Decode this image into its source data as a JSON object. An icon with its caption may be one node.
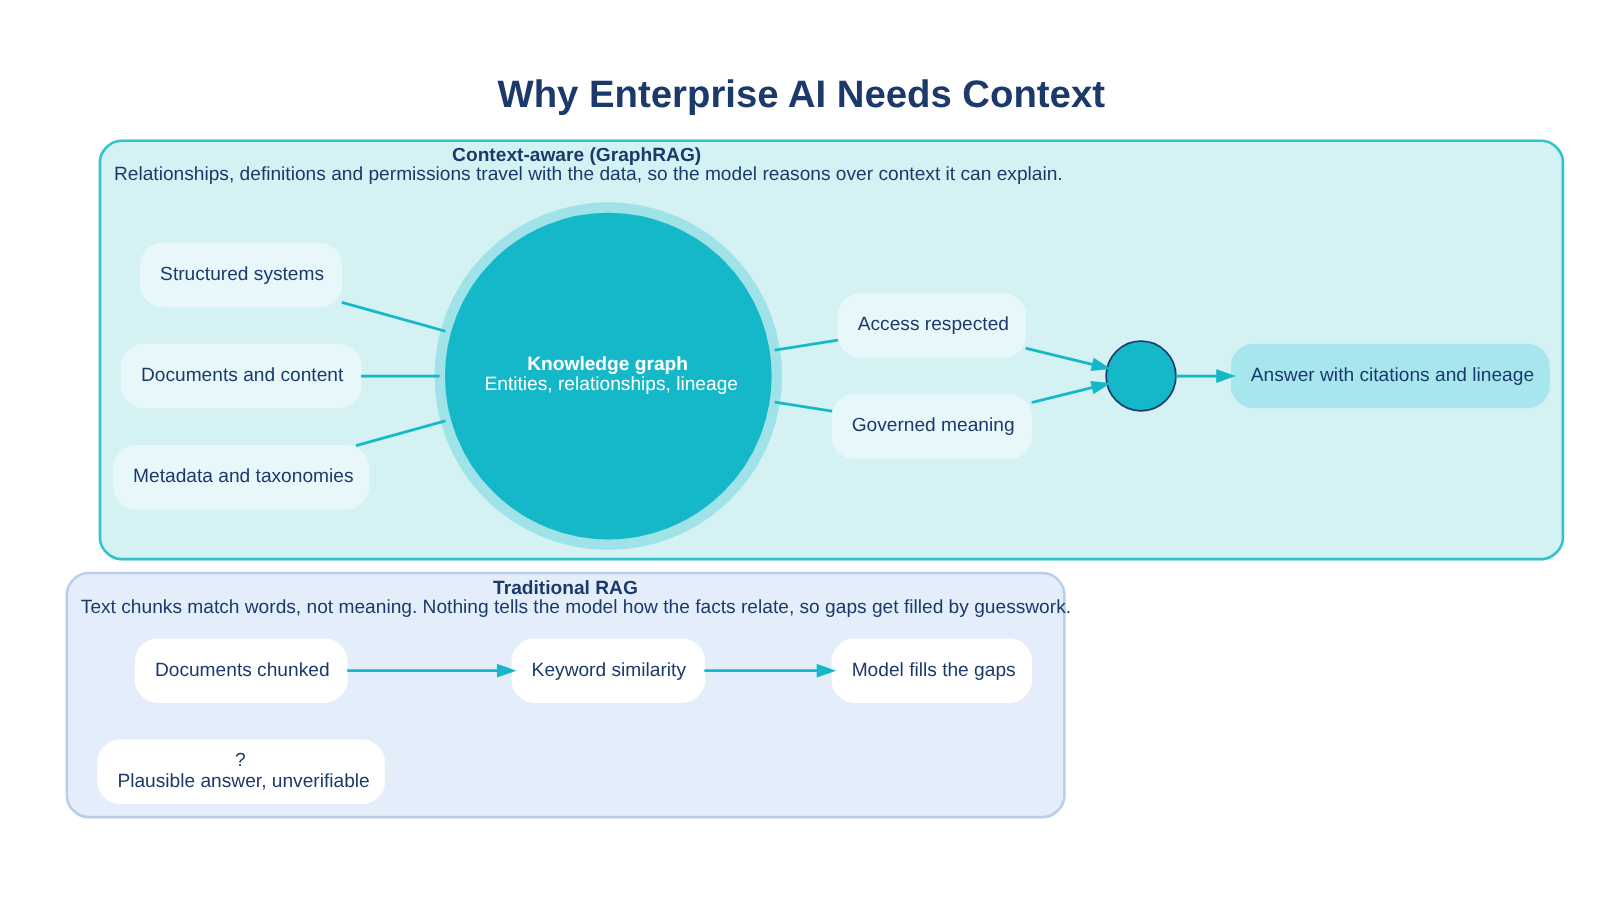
{
  "diagram": {
    "title": "Why Enterprise AI Needs Context",
    "nodes": [
      {
        "text": [
          "Traditional RAG",
          "Text chunks match words, not meaning. Nothing tells the model how the facts relate, so gaps get filled by guesswork."
        ]
      },
      {
        "text": [
          "Documents chunked"
        ],
        "in": 0
      },
      {
        "text": [
          "Keyword similarity"
        ],
        "in": 0
      },
      {
        "text": [
          "Model fills the gaps"
        ],
        "in": 0
      },
      {
        "text": [
          "?",
          "Plausible answer, unverifiable"
        ],
        "in": 0
      },
      {
        "text": [
          "Context-aware (GraphRAG)",
          "Relationships, definitions and permissions travel with the data, so the model reasons over context it can explain."
        ]
      },
      {
        "text": [
          "Structured systems"
        ],
        "in": 5
      },
      {
        "text": [
          "Documents and content"
        ],
        "in": 5
      },
      {
        "text": [
          "Metadata and taxonomies"
        ],
        "in": 5
      },
      {
        "text": [
          "Knowledge graph",
          "Entities, relationships, lineage"
        ],
        "in": 5
      },
      {
        "text": [
          "Governed meaning"
        ],
        "in": 5
      },
      {
        "text": [
          "Access respected"
        ],
        "in": 5
      },
      {
        "text": [],
        "shape": "circle",
        "in": 5
      },
      {
        "text": [
          "Answer with citations and lineage"
        ],
        "in": 5
      }
    ],
    "edges": [
      {
        "from": 1,
        "to": 2,
        "arrow": "to"
      },
      {
        "from": 2,
        "to": 3,
        "arrow": "to"
      },
      {
        "from": 6,
        "to": 9,
        "arrow": "none"
      },
      {
        "from": 7,
        "to": 9,
        "arrow": "none"
      },
      {
        "from": 8,
        "to": 9,
        "arrow": "none"
      },
      {
        "from": 9,
        "to": 10,
        "arrow": "none"
      },
      {
        "from": 9,
        "to": 11,
        "arrow": "none"
      },
      {
        "from": 10,
        "to": 12,
        "arrow": "to"
      },
      {
        "from": 11,
        "to": 12,
        "arrow": "to"
      },
      {
        "from": 12,
        "to": 13,
        "arrow": "to"
      }
    ]
  }
}
